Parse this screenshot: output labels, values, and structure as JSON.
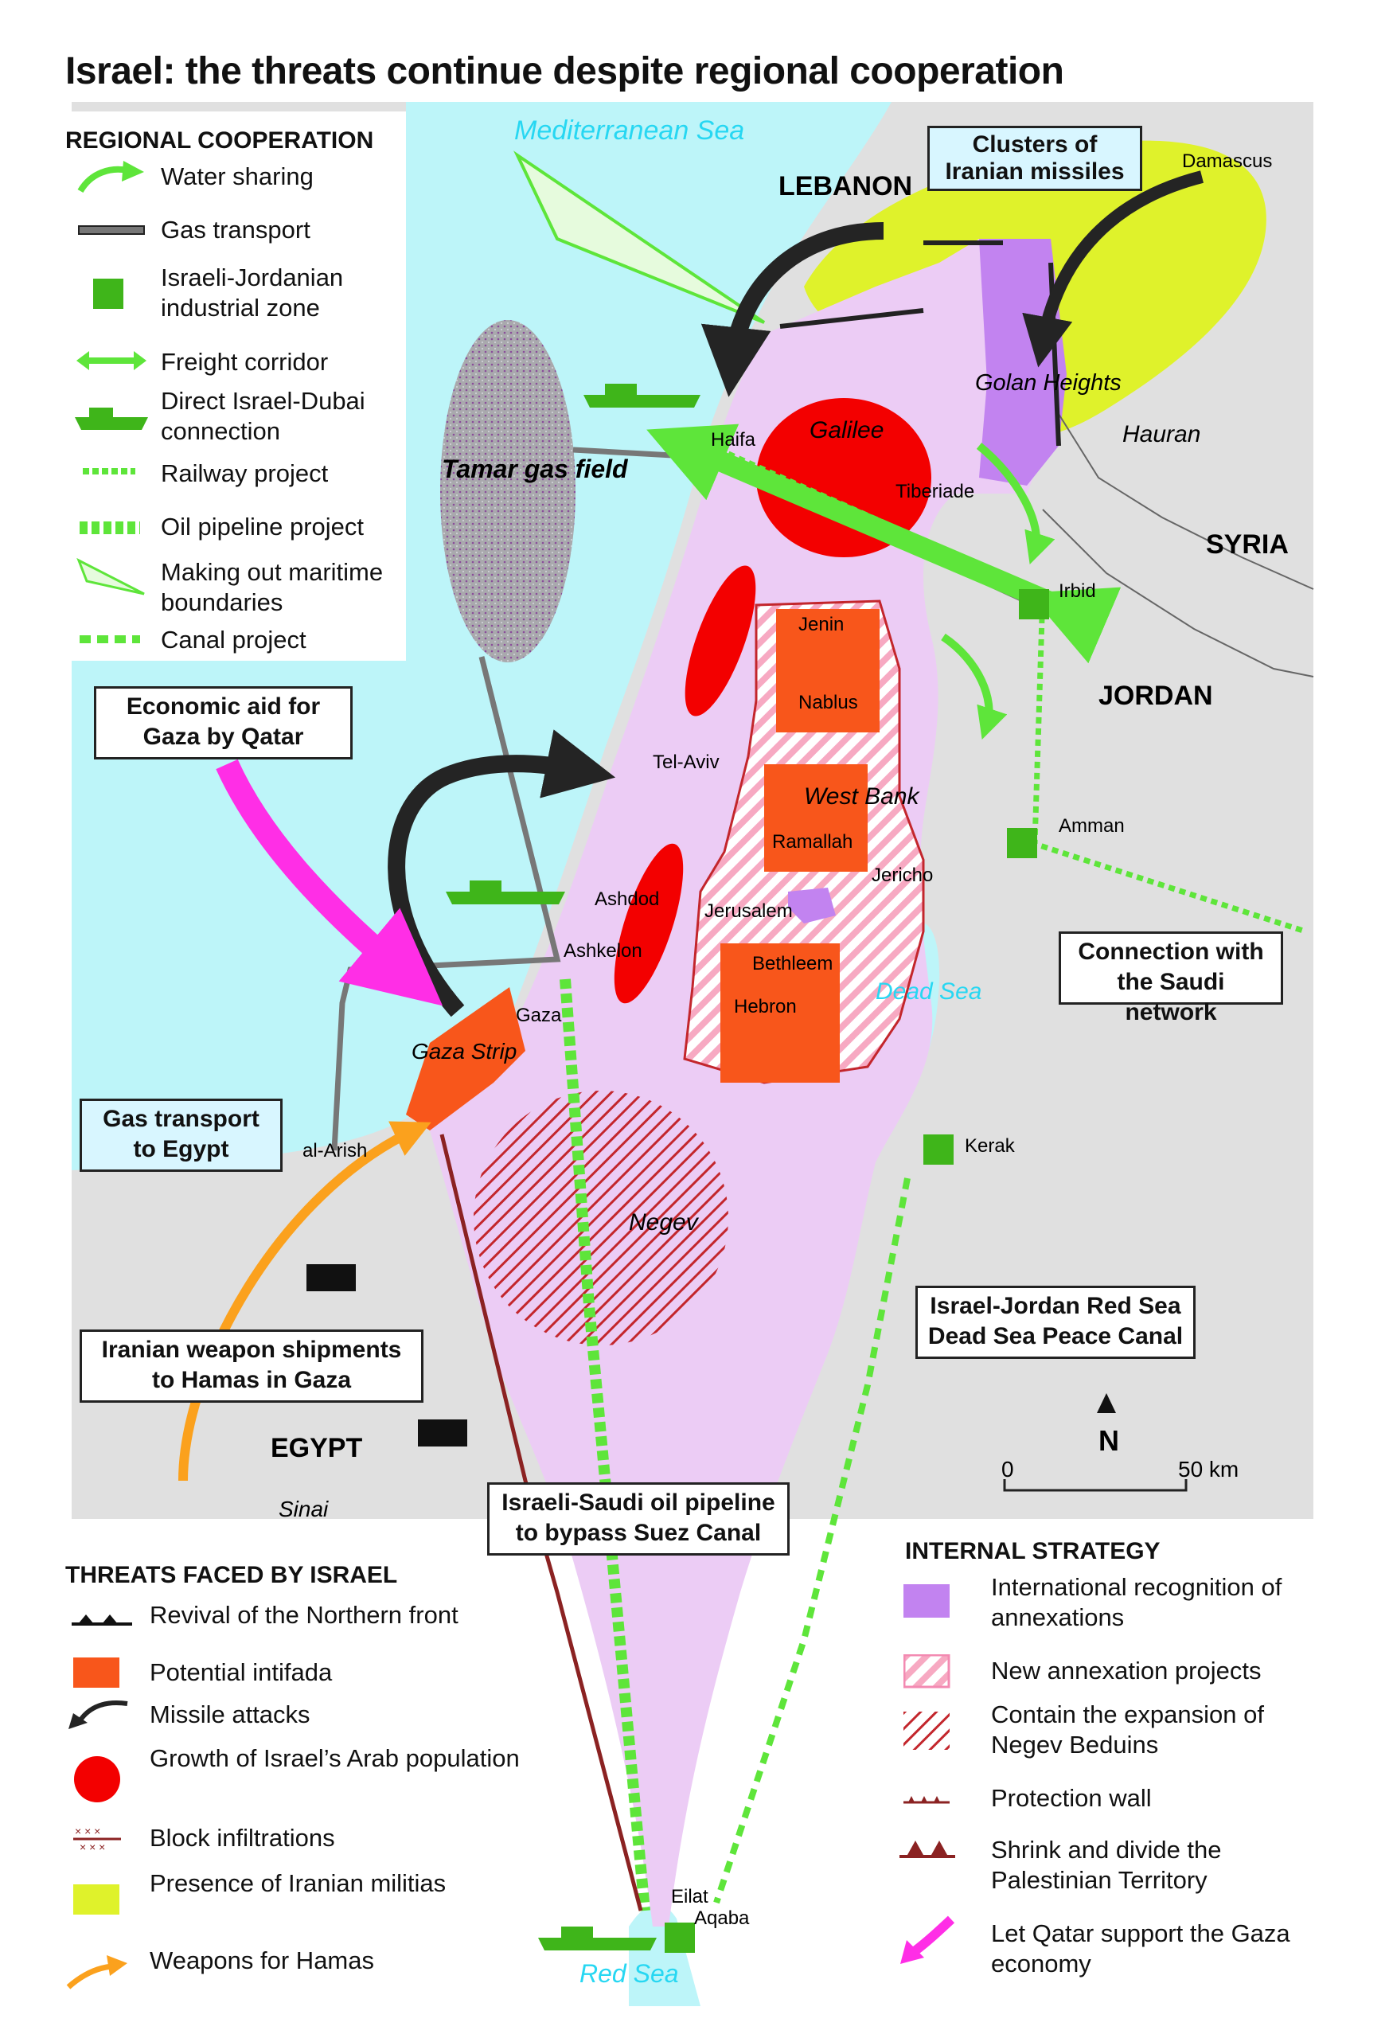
{
  "title": "Israel: the threats continue despite regional cooperation",
  "legend_cooperation": {
    "heading": "REGIONAL COOPERATION",
    "items": [
      {
        "label": "Water sharing",
        "icon": "water-sharing-arrow-icon"
      },
      {
        "label": "Gas transport",
        "icon": "gas-pipeline-icon"
      },
      {
        "label": "Israeli-Jordanian industrial zone",
        "icon": "industrial-zone-square-icon"
      },
      {
        "label": "Freight corridor",
        "icon": "freight-corridor-arrow-icon"
      },
      {
        "label": "Direct Israel-Dubai connection",
        "icon": "ship-icon"
      },
      {
        "label": "Railway project",
        "icon": "railway-dotted-icon"
      },
      {
        "label": "Oil pipeline project",
        "icon": "oil-pipeline-dashed-icon"
      },
      {
        "label": "Making out maritime boundaries",
        "icon": "maritime-wedge-icon"
      },
      {
        "label": "Canal project",
        "icon": "canal-dashed-icon"
      }
    ]
  },
  "legend_threats": {
    "heading": "THREATS FACED BY ISRAEL",
    "items": [
      {
        "label": "Revival of the Northern front",
        "icon": "northern-front-line-icon"
      },
      {
        "label": "Potential intifada",
        "icon": "orange-square-icon"
      },
      {
        "label": "Missile attacks",
        "icon": "black-arrow-icon"
      },
      {
        "label": "Growth of Israel’s Arab population",
        "icon": "red-circle-icon"
      },
      {
        "label": "Block infiltrations",
        "icon": "cross-fence-icon"
      },
      {
        "label": "Presence of Iranian militias",
        "icon": "yellow-square-icon"
      },
      {
        "label": "Weapons for Hamas",
        "icon": "orange-arrow-icon"
      }
    ]
  },
  "legend_internal": {
    "heading": "INTERNAL STRATEGY",
    "items": [
      {
        "label": "International recognition of annexations",
        "icon": "purple-square-icon"
      },
      {
        "label": "New annexation projects",
        "icon": "hatched-pink-square-icon"
      },
      {
        "label": "Contain the expansion of Negev Beduins",
        "icon": "red-hatch-icon"
      },
      {
        "label": "Protection wall",
        "icon": "protection-wall-icon"
      },
      {
        "label": "Shrink and divide the Palestinian Territory",
        "icon": "triangle-line-icon"
      },
      {
        "label": "Let Qatar support the Gaza economy",
        "icon": "magenta-arrow-icon"
      }
    ]
  },
  "callouts": {
    "iranian_missiles": "Clusters of Iranian missiles",
    "qatar_aid": "Economic aid for Gaza by Qatar",
    "gas_egypt": "Gas transport to Egypt",
    "weapon_shipments": "Iranian weapon shipments to Hamas in Gaza",
    "saudi_network": "Connection with the Saudi network",
    "peace_canal": "Israel-Jordan Red Sea Dead Sea Peace Canal",
    "oil_pipeline": "Israeli-Saudi oil pipeline to bypass Suez Canal"
  },
  "map_labels": {
    "mediterranean": "Mediterranean Sea",
    "red_sea": "Red Sea",
    "dead_sea": "Dead Sea",
    "lebanon": "LEBANON",
    "syria": "SYRIA",
    "jordan": "JORDAN",
    "egypt": "EGYPT",
    "sinai": "Sinai",
    "hauran": "Hauran",
    "golan": "Golan Heights",
    "galilee": "Galilee",
    "west_bank": "West Bank",
    "negev": "Negev",
    "gaza_strip": "Gaza Strip",
    "tamar": "Tamar gas field",
    "damascus": "Damascus",
    "haifa": "Haifa",
    "tiberiade": "Tiberiade",
    "irbid": "Irbid",
    "jenin": "Jenin",
    "nablus": "Nablus",
    "tel_aviv": "Tel-Aviv",
    "amman": "Amman",
    "ramallah": "Ramallah",
    "jericho": "Jericho",
    "ashdod": "Ashdod",
    "jerusalem": "Jerusalem",
    "ashkelon": "Ashkelon",
    "bethleem": "Bethleem",
    "hebron": "Hebron",
    "gaza": "Gaza",
    "al_arish": "al-Arish",
    "kerak": "Kerak",
    "eilat": "Eilat",
    "aqaba": "Aqaba"
  },
  "scale": {
    "zero": "0",
    "dist": "50 km",
    "north": "N"
  },
  "colors": {
    "sea": "#bdf5f9",
    "land": "#e0e0e0",
    "israel": "#ecccf5",
    "iran_militia": "#dff22b",
    "intifada": "#f8561b",
    "arab_pop": "#f30000",
    "cooperation_green": "#5ee53a",
    "annexation_purple": "#c283f0",
    "qatar_magenta": "#ff2ee6",
    "hamas_orange": "#fba11d"
  }
}
